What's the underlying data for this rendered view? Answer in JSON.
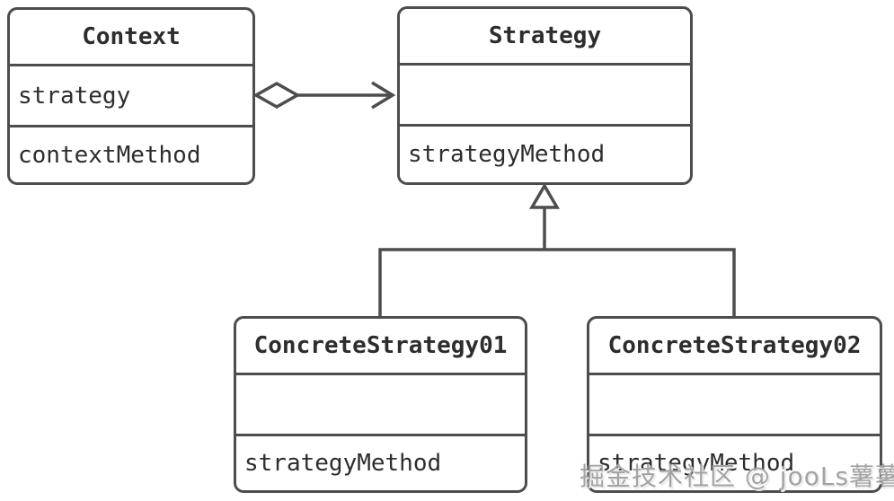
{
  "diagram": {
    "classes": [
      {
        "title": "Context",
        "attribute": "strategy",
        "method": "contextMethod"
      },
      {
        "title": "Strategy",
        "attribute": "",
        "method": "strategyMethod"
      },
      {
        "title": "ConcreteStrategy01",
        "attribute": "",
        "method": "strategyMethod"
      },
      {
        "title": "ConcreteStrategy02",
        "attribute": "",
        "method": "strategyMethod"
      }
    ],
    "relations": [
      {
        "type": "aggregation",
        "from": "Context",
        "to": "Strategy",
        "source_marker": "hollow-diamond",
        "target_marker": "open-arrowhead"
      },
      {
        "type": "inheritance",
        "from": "ConcreteStrategy01",
        "to": "Strategy",
        "target_marker": "hollow-triangle"
      },
      {
        "type": "inheritance",
        "from": "ConcreteStrategy02",
        "to": "Strategy",
        "target_marker": "hollow-triangle"
      }
    ]
  },
  "watermark": {
    "text": "掘金技术社区 @ jooLs薯薯熹"
  },
  "colors": {
    "line": "#4d4d4d",
    "text": "#2d2d2d",
    "watermark": "#a3a3a3",
    "background": "#ffffff"
  }
}
